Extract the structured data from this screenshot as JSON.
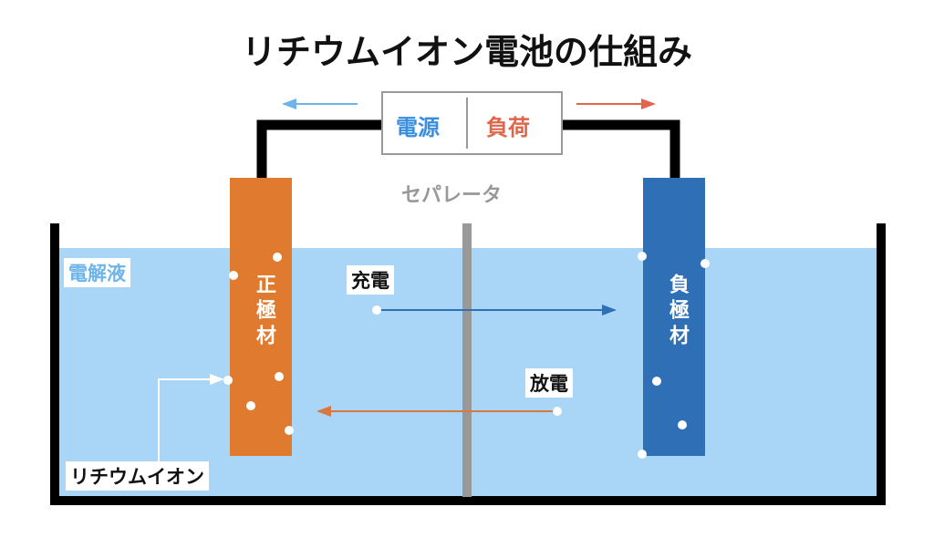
{
  "title": "リチウムイオン電池の仕組み",
  "source_label": "電源",
  "load_label": "負荷",
  "separator_label": "セパレータ",
  "electrolyte_label": "電解液",
  "cathode_label": "正極材",
  "anode_label": "負極材",
  "charge_label": "充電",
  "discharge_label": "放電",
  "ion_label": "リチウムイオン",
  "colors": {
    "cathode": "#e07a2e",
    "anode": "#2f6fb5",
    "electrolyte": "#a9d6f7",
    "charge": "#3a8ee0",
    "discharge": "#e0654a",
    "separator": "#999999"
  }
}
